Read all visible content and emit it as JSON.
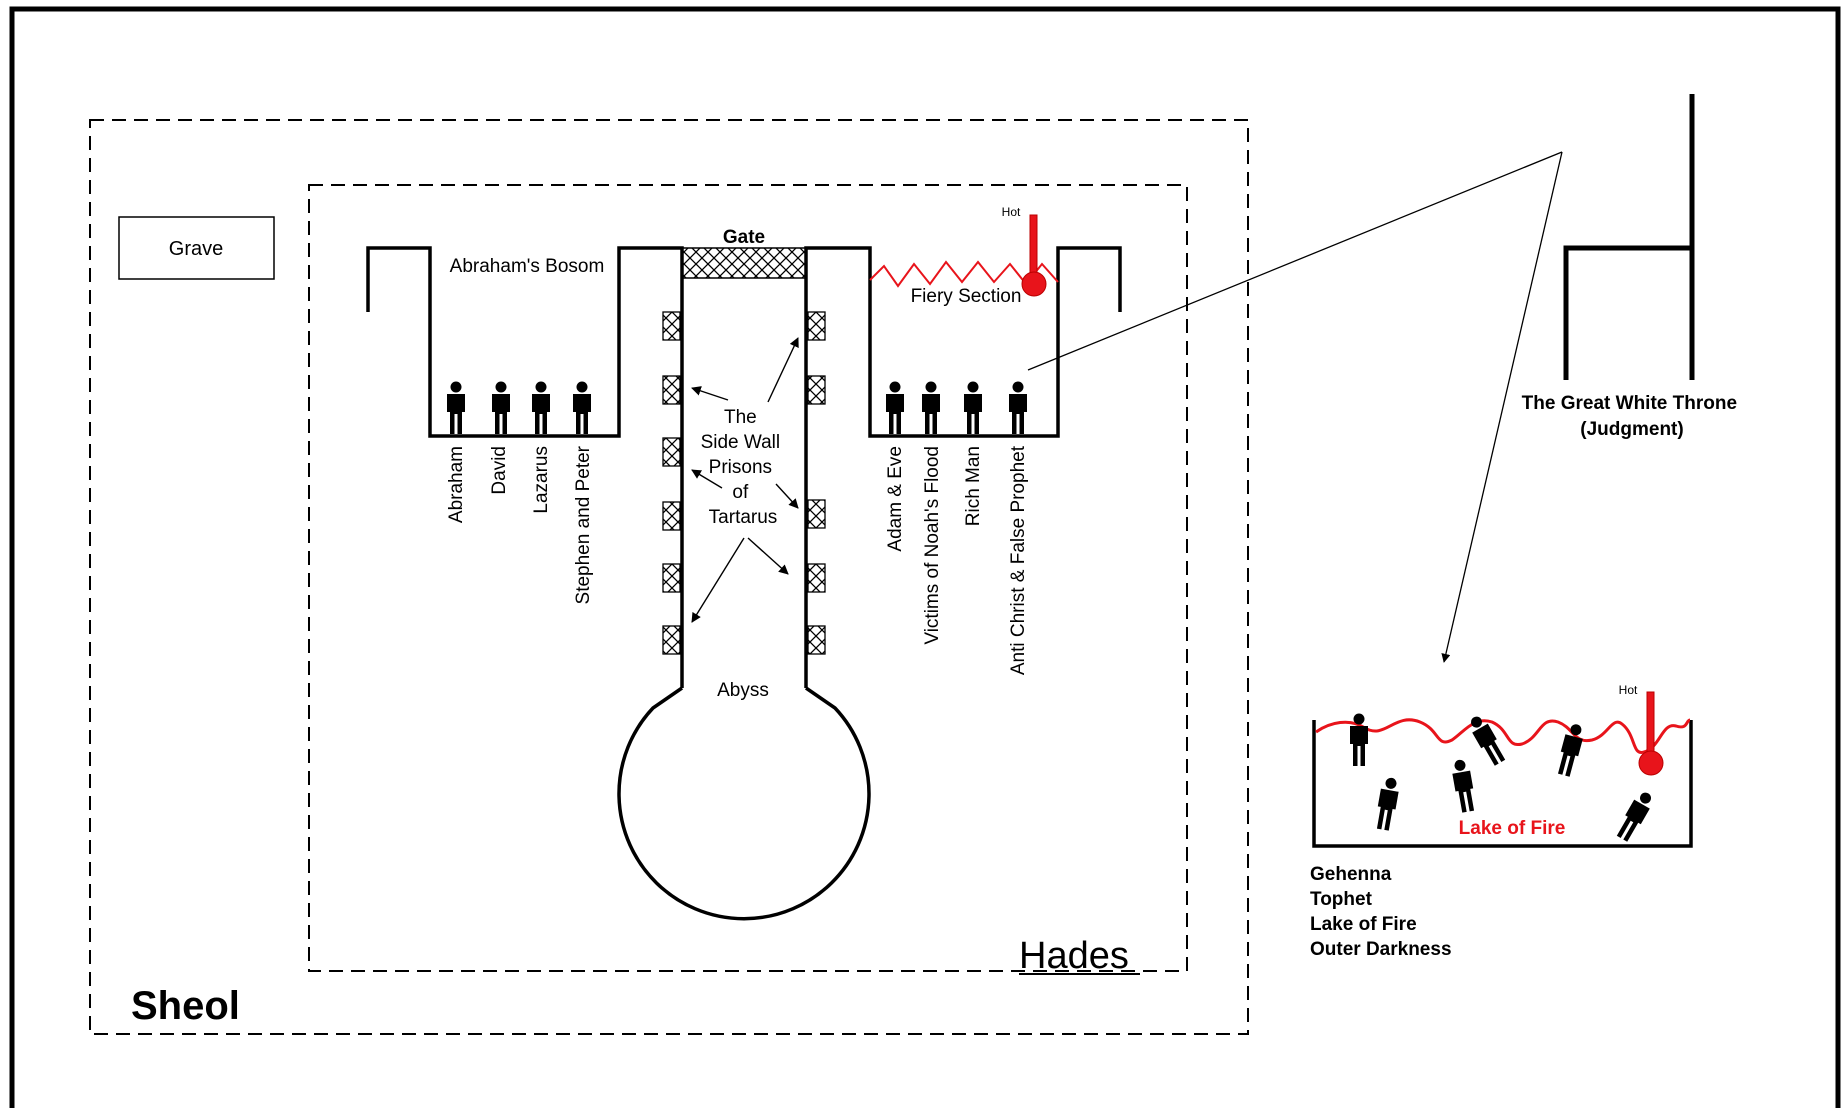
{
  "labels": {
    "sheol": "Sheol",
    "hades": "Hades",
    "grave": "Grave",
    "gate": "Gate",
    "abrahams_bosom": "Abraham's Bosom",
    "fiery_section": "Fiery Section",
    "hot_1": "Hot",
    "hot_2": "Hot",
    "abyss": "Abyss",
    "tartarus": [
      "The",
      "Side Wall",
      "Prisons",
      "of",
      "Tartarus"
    ],
    "throne": [
      "The Great White Throne",
      "(Judgment)"
    ],
    "lake_of_fire": "Lake of Fire",
    "lake_names": [
      "Gehenna",
      "Tophet",
      "Lake of Fire",
      "Outer Darkness"
    ]
  },
  "bosom_people": [
    "Abraham",
    "David",
    "Lazarus",
    "Stephen and Peter"
  ],
  "fiery_people": [
    "Adam & Eve",
    "Victims of Noah's Flood",
    "Rich Man",
    "Anti Christ & False Prophet"
  ],
  "colors": {
    "ink": "#000000",
    "fire": "#e8141b",
    "background": "#ffffff"
  }
}
